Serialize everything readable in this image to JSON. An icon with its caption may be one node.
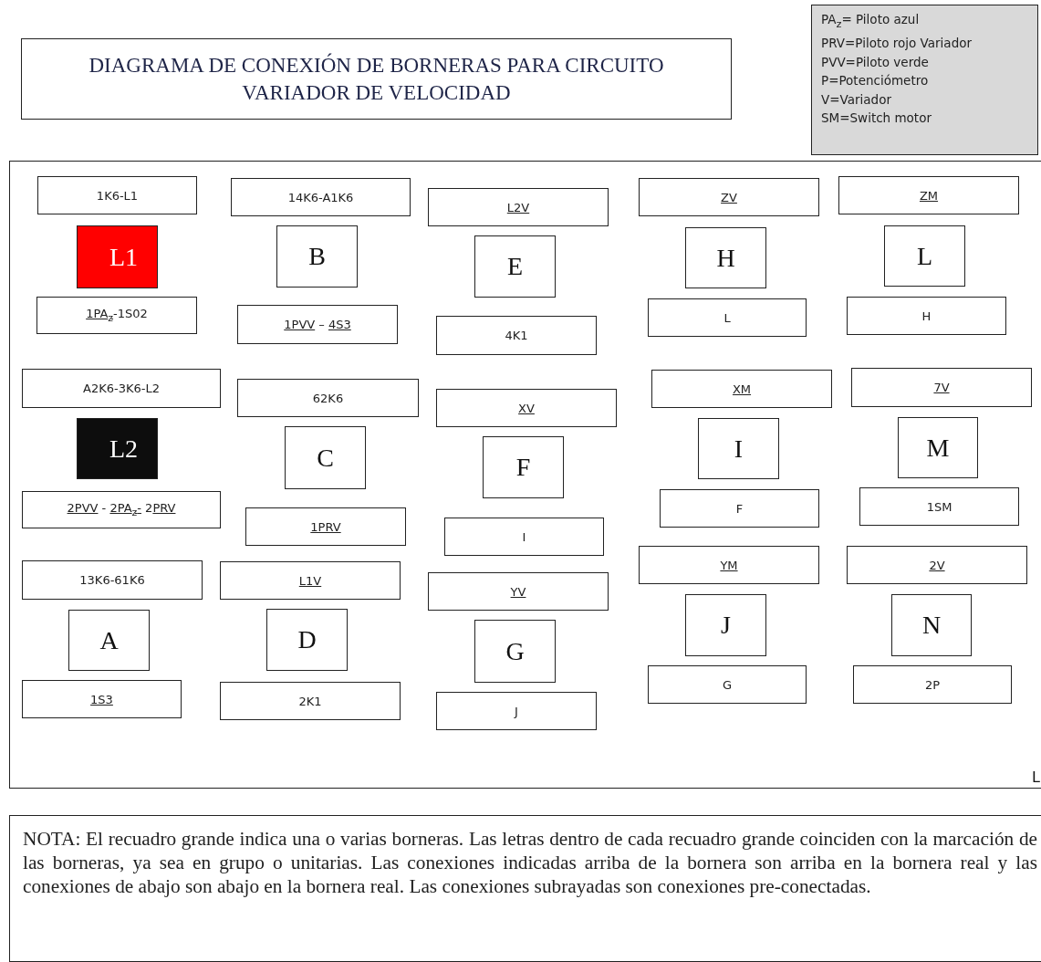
{
  "diagram": {
    "title": "DIAGRAMA DE CONEXIÓN DE BORNERAS PARA CIRCUITO VARIADOR DE VELOCIDAD",
    "nodes": [
      {
        "text": [
          "PA$_{z}$= Piloto azul",
          "PRV=Piloto rojo Variador",
          "PVV=Piloto  verde",
          "P=Potenciómetro",
          "V=Variador",
          "SM=Switch motor"
        ]
      },
      {
        "text": [],
        "shape": "box"
      },
      {
        "text": [
          "1K6-L1"
        ],
        "in": 1
      },
      {
        "text": [
          "L1"
        ],
        "in": 1
      },
      {
        "text": [
          "1PA$_{z}$-1S02"
        ],
        "in": 1
      },
      {
        "text": [
          "A2K6-3K6-L2"
        ],
        "in": 1
      },
      {
        "text": [
          "L2"
        ],
        "in": 1
      },
      {
        "text": [
          "2PVV - 2PA$_{z}$- 2PRV"
        ],
        "in": 1
      },
      {
        "text": [
          "13K6-61K6"
        ],
        "in": 1
      },
      {
        "text": [
          "A"
        ],
        "in": 1
      },
      {
        "text": [
          "1S3"
        ],
        "in": 1
      },
      {
        "text": [
          "14K6-A1K6"
        ],
        "in": 1
      },
      {
        "text": [
          "B"
        ],
        "in": 1
      },
      {
        "text": [
          "1PVV – 4S3"
        ],
        "in": 1
      },
      {
        "text": [
          "62K6"
        ],
        "in": 1
      },
      {
        "text": [
          "C"
        ],
        "in": 1
      },
      {
        "text": [
          "1PRV"
        ],
        "in": 1
      },
      {
        "text": [
          "L1V"
        ],
        "in": 1
      },
      {
        "text": [
          "D"
        ],
        "in": 1
      },
      {
        "text": [
          "2K1"
        ],
        "in": 1
      },
      {
        "text": [
          "L2V"
        ],
        "in": 1
      },
      {
        "text": [
          "E"
        ],
        "in": 1
      },
      {
        "text": [
          "4K1"
        ],
        "in": 1
      },
      {
        "text": [
          "XV"
        ],
        "in": 1
      },
      {
        "text": [
          "F"
        ],
        "in": 1
      },
      {
        "text": [
          "I"
        ],
        "in": 1
      },
      {
        "text": [
          "YV"
        ],
        "in": 1
      },
      {
        "text": [
          "G"
        ],
        "in": 1
      },
      {
        "text": [
          "J"
        ],
        "in": 1
      },
      {
        "text": [
          "ZV"
        ],
        "in": 1
      },
      {
        "text": [
          "H"
        ],
        "in": 1
      },
      {
        "text": [
          "L"
        ],
        "in": 1
      },
      {
        "text": [
          "XM"
        ],
        "in": 1
      },
      {
        "text": [
          "I"
        ],
        "in": 1
      },
      {
        "text": [
          "F"
        ],
        "in": 1
      },
      {
        "text": [
          "YM"
        ],
        "in": 1
      },
      {
        "text": [
          "J"
        ],
        "in": 1
      },
      {
        "text": [
          "G"
        ],
        "in": 1
      },
      {
        "text": [
          "ZM"
        ],
        "in": 1
      },
      {
        "text": [
          "L"
        ],
        "in": 1
      },
      {
        "text": [
          "H"
        ],
        "in": 1
      },
      {
        "text": [
          "7V"
        ],
        "in": 1
      },
      {
        "text": [
          "M"
        ],
        "in": 1
      },
      {
        "text": [
          "1SM"
        ],
        "in": 1
      },
      {
        "text": [
          "2V"
        ],
        "in": 1
      },
      {
        "text": [
          "N"
        ],
        "in": 1
      },
      {
        "text": [
          "2P"
        ],
        "in": 1
      },
      {
        "text": [
          "NOTA: El recuadro grande indica una o varias borneras. Las letras dentro de cada recuadro grande coinciden con la marcación de las borneras, ya sea en grupo o unitarias. Las conexiones indicadas arriba de la bornera son arriba en la bornera real y las conexiones de abajo son abajo en la bornera real. Las conexiones subrayadas son conexiones pre-conectadas."
        ]
      }
    ],
    "labels": [
      "L"
    ]
  }
}
